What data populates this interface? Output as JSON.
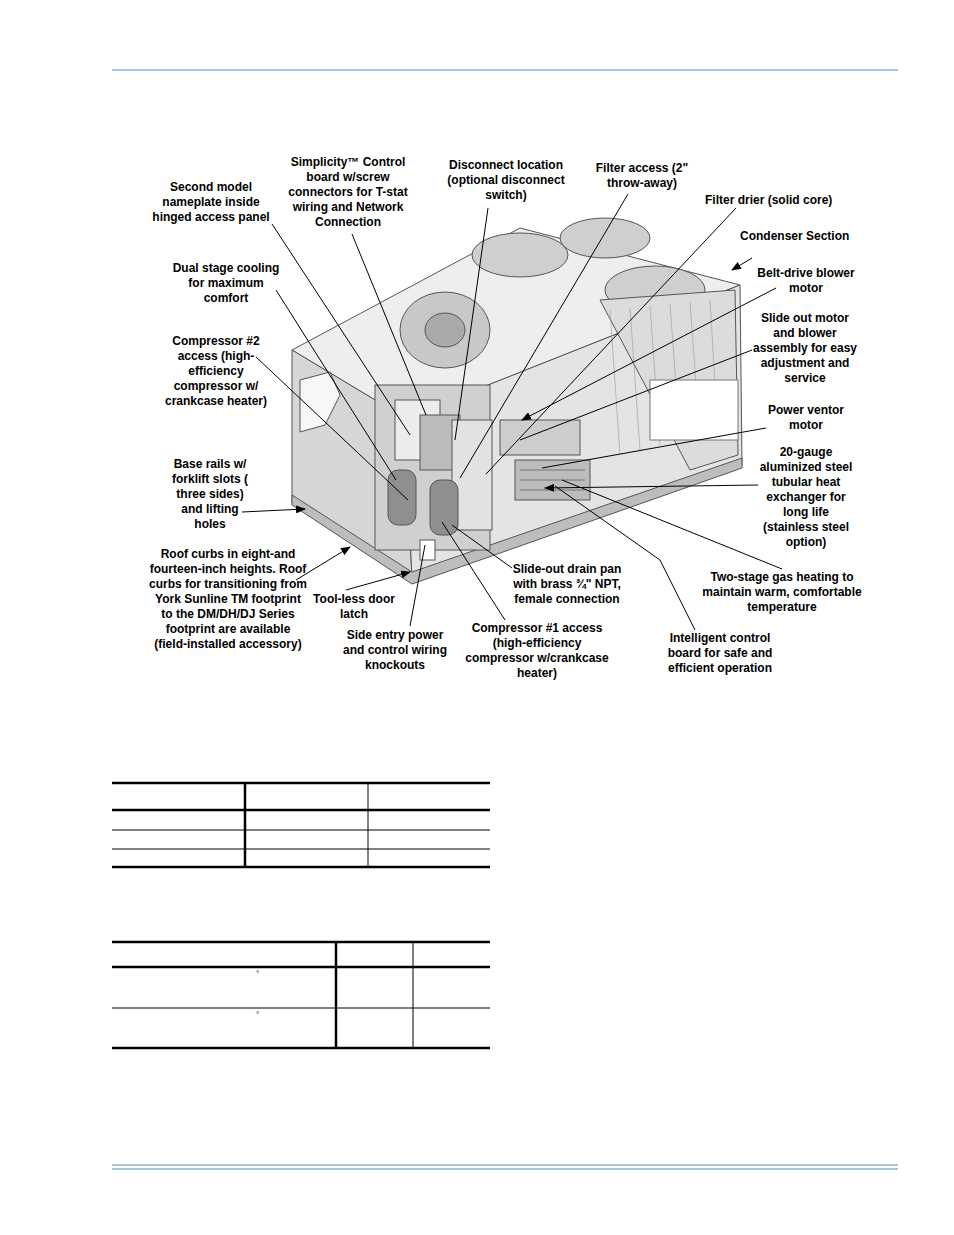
{
  "diagram": {
    "labels": [
      "Second model nameplate inside hinged access panel",
      "Simplicity™ Control board w/screw connectors for T-stat wiring and Network Connection",
      "Disconnect location (optional disconnect switch)",
      "Filter access (2\" throw-away)",
      "Filter drier (solid core)",
      "Condenser Section",
      "Belt-drive blower motor",
      "Dual stage cooling for maximum comfort",
      "Compressor #2 access (high-efficiency compressor w/ crankcase heater)",
      "Slide out motor and blower assembly for easy adjustment and service",
      "Power ventor motor",
      "20-gauge aluminized steel tubular heat exchanger for long life (stainless steel option)",
      "Base rails w/ forklift slots ( three sides) and lifting holes",
      "Roof curbs in eight-and fourteen-inch heights. Roof curbs for transitioning from York Sunline TM  footprint to the DM/DH/DJ Series footprint are available (field-installed accessory)",
      "Slide-out drain pan with brass ¾\" NPT, female connection",
      "Two-stage gas heating to maintain warm, comfortable temperature",
      "Tool-less door latch",
      "Side entry power and control wiring knockouts",
      "Compressor #1 access (high-efficiency compressor w/crankcase heater)",
      "Intelligent control board for safe and efficient operation",
      "°",
      "°"
    ]
  }
}
